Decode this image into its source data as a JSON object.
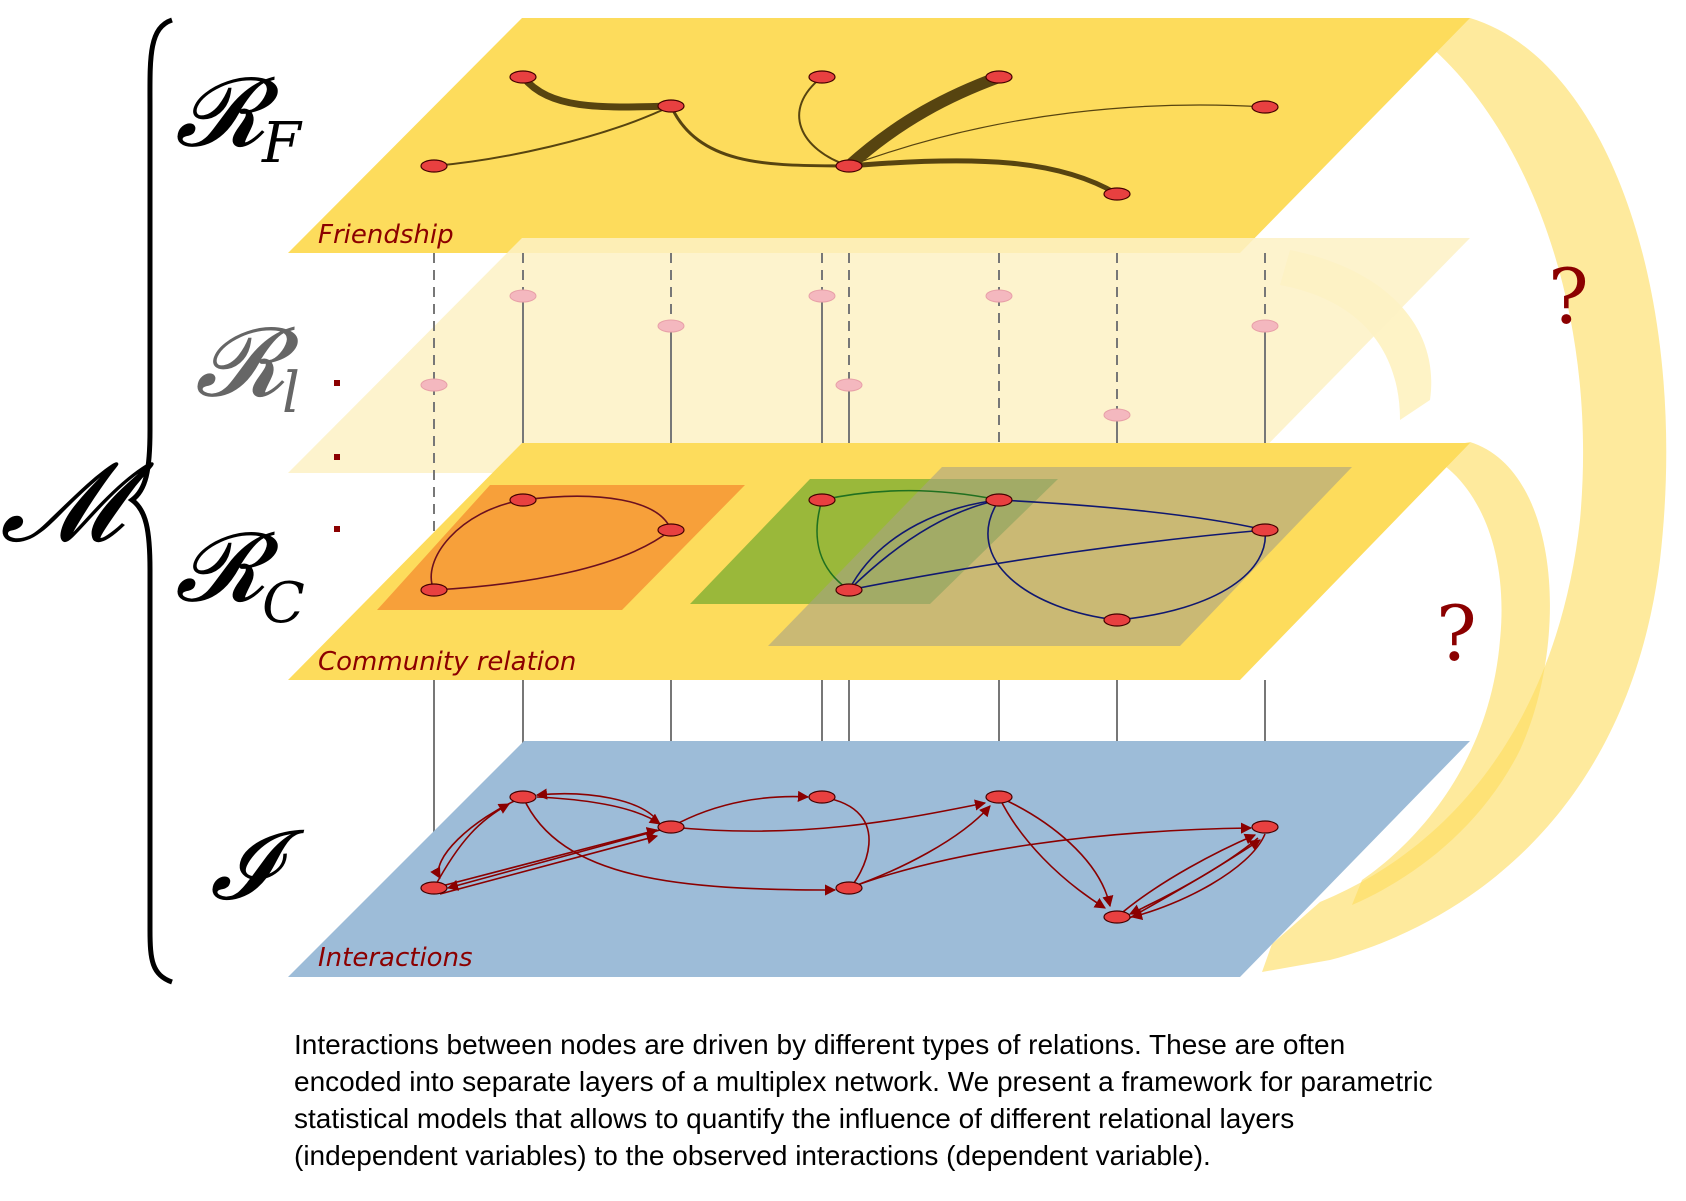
{
  "symbols": {
    "multiplex": "𝓜",
    "friendship_main": "𝓡",
    "friendship_sub": "F",
    "layer_l_main": "𝓡",
    "layer_l_sub": "l",
    "community_main": "𝓡",
    "community_sub": "C",
    "interactions": "𝓘",
    "question_upper": "?",
    "question_lower": "?"
  },
  "layers": {
    "friendship_label": "Friendship",
    "community_label": "Community relation",
    "interactions_label": "Interactions"
  },
  "colors": {
    "friendship_plane": "#fddc5c",
    "faded_plane": "#fdf1c4",
    "community_plane": "#fddc5c",
    "community_orange": "#f7a03a",
    "community_green": "#9ab83a",
    "community_brown": "#c7ae78",
    "interactions_plane": "#9dbcd8",
    "node_fill": "#e84040",
    "node_faded": "#f4b8bf",
    "interaction_edge": "#8b0000",
    "friendship_edge": "#574410",
    "label_red": "#8b0000"
  },
  "caption": {
    "line1": "Interactions between nodes are driven by different types of relations.  These are often",
    "line2": "encoded into separate layers of a multiplex network.  We present a framework for parametric",
    "line3": "statistical models that allows to quantify the influence of different relational layers",
    "line4": "(independent variables) to the observed interactions (dependent variable)."
  }
}
